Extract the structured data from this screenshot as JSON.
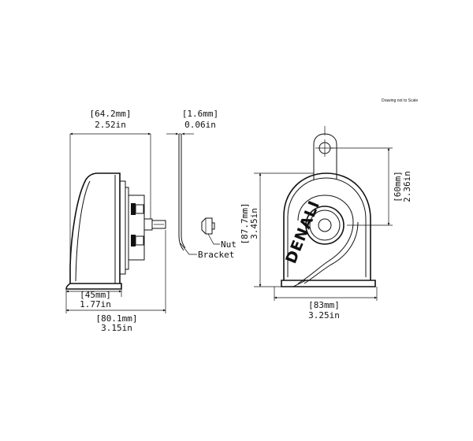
{
  "note": "Drawing not to Scale",
  "brand": "DENALI",
  "dimensions": {
    "side_depth_mm": "[64.2mm]",
    "side_depth_in": "2.52in",
    "bracket_thickness_mm": "[1.6mm]",
    "bracket_thickness_in": "0.06in",
    "base_width_mm": "[45mm]",
    "base_width_in": "1.77in",
    "overall_length_mm": "[80.1mm]",
    "overall_length_in": "3.15in",
    "front_width_mm": "[83mm]",
    "front_width_in": "3.25in",
    "height_mm": "[87.7mm]",
    "height_in": "3.45in",
    "mount_height_mm": "[60mm]",
    "mount_height_in": "2.36in"
  },
  "labels": {
    "nut": "Nut",
    "bracket": "Bracket"
  }
}
